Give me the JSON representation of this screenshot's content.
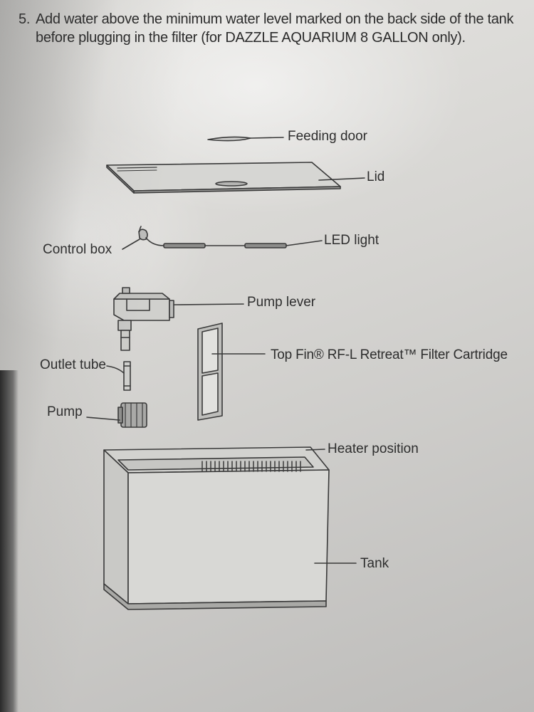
{
  "instruction": {
    "step_number": "5.",
    "line1": "Add water above the minimum water level marked on the back side of the tank",
    "line2": "before plugging in the filter (for DAZZLE AQUARIUM 8 GALLON only)."
  },
  "labels": {
    "feeding_door": "Feeding door",
    "lid": "Lid",
    "control_box": "Control box",
    "led_light": "LED light",
    "pump_lever": "Pump lever",
    "filter_cartridge": "Top Fin® RF-L Retreat™ Filter Cartridge",
    "outlet_tube": "Outlet tube",
    "pump": "Pump",
    "heater_position": "Heater position",
    "tank": "Tank"
  },
  "colors": {
    "ink": "#2e2e2e",
    "paper": "#dcdbd8"
  }
}
